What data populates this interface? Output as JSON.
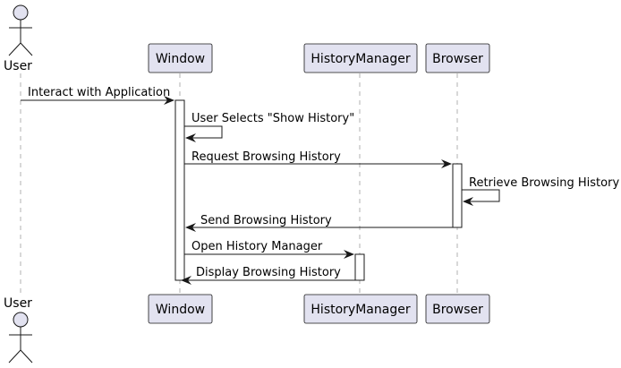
{
  "diagram": {
    "participants": [
      {
        "id": "user",
        "label": "User",
        "kind": "actor"
      },
      {
        "id": "window",
        "label": "Window",
        "kind": "participant"
      },
      {
        "id": "history",
        "label": "HistoryManager",
        "kind": "participant"
      },
      {
        "id": "browser",
        "label": "Browser",
        "kind": "participant"
      }
    ],
    "messages": [
      {
        "from": "user",
        "to": "window",
        "label": "Interact with Application"
      },
      {
        "from": "window",
        "to": "window",
        "label": "User Selects \"Show History\""
      },
      {
        "from": "window",
        "to": "browser",
        "label": "Request Browsing History"
      },
      {
        "from": "browser",
        "to": "browser",
        "label": "Retrieve Browsing History"
      },
      {
        "from": "browser",
        "to": "window",
        "label": "Send Browsing History"
      },
      {
        "from": "window",
        "to": "history",
        "label": "Open History Manager"
      },
      {
        "from": "history",
        "to": "window",
        "label": "Display Browsing History"
      }
    ]
  }
}
